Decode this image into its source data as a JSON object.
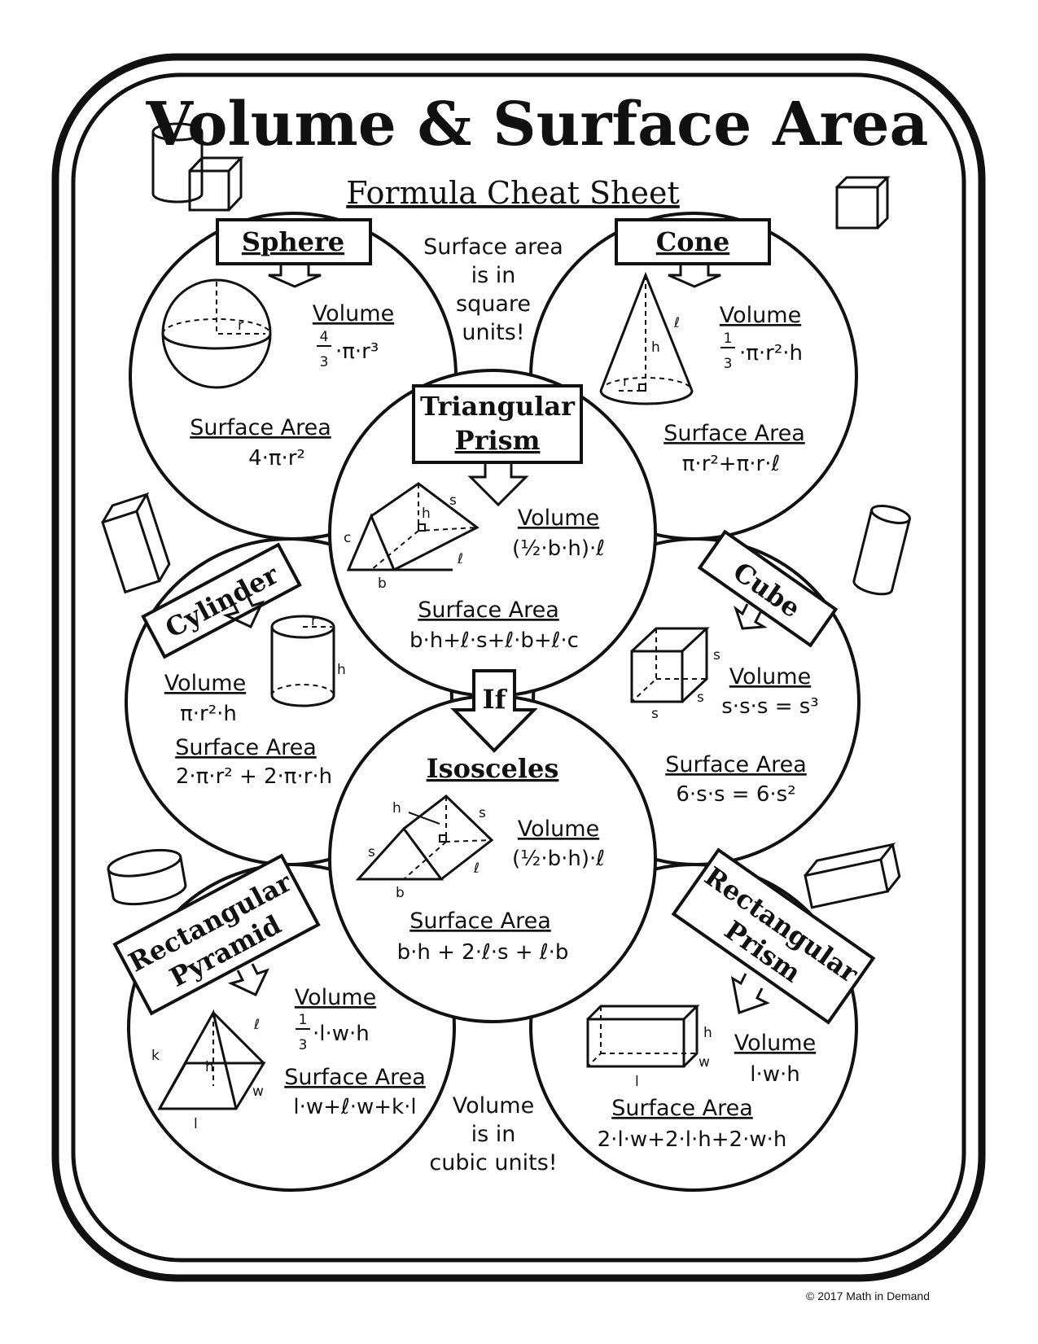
{
  "title": "Volume & Surface Area",
  "subtitle": "Formula Cheat Sheet",
  "notes": {
    "surface_area": [
      "Surface area",
      "is in",
      "square",
      "units!"
    ],
    "volume": [
      "Volume",
      "is in",
      "cubic units!"
    ]
  },
  "shapes": {
    "sphere": {
      "name": "Sphere",
      "volume_label": "Volume",
      "volume_formula": "·π·r³",
      "volume_frac_num": "4",
      "volume_frac_den": "3",
      "sa_label": "Surface Area",
      "sa_formula": "4·π·r²",
      "dims": {
        "r": "r"
      }
    },
    "cone": {
      "name": "Cone",
      "volume_label": "Volume",
      "volume_formula": "·π·r²·h",
      "volume_frac_num": "1",
      "volume_frac_den": "3",
      "sa_label": "Surface Area",
      "sa_formula": "π·r²+π·r·ℓ",
      "dims": {
        "r": "r",
        "h": "h",
        "l": "ℓ"
      }
    },
    "triangular_prism": {
      "name_line1": "Triangular",
      "name_line2": "Prism",
      "volume_label": "Volume",
      "volume_formula": "(½·b·h)·ℓ",
      "sa_label": "Surface Area",
      "sa_formula": "b·h+ℓ·s+ℓ·b+ℓ·c",
      "dims": {
        "s": "s",
        "h": "h",
        "c": "c",
        "b": "b",
        "l": "ℓ"
      }
    },
    "cylinder": {
      "name": "Cylinder",
      "volume_label": "Volume",
      "volume_formula": "π·r²·h",
      "sa_label": "Surface Area",
      "sa_formula": "2·π·r² + 2·π·r·h",
      "dims": {
        "r": "r",
        "h": "h"
      }
    },
    "cube": {
      "name": "Cube",
      "volume_label": "Volume",
      "volume_formula": "s·s·s = s³",
      "sa_label": "Surface Area",
      "sa_formula": "6·s·s = 6·s²",
      "dims": {
        "s1": "s",
        "s2": "s",
        "s3": "s"
      }
    },
    "isosceles": {
      "if_label": "If",
      "name": "Isosceles",
      "volume_label": "Volume",
      "volume_formula": "(½·b·h)·ℓ",
      "sa_label": "Surface Area",
      "sa_formula": "b·h + 2·ℓ·s + ℓ·b",
      "dims": {
        "h": "h",
        "s1": "s",
        "s2": "s",
        "b": "b",
        "l": "ℓ"
      }
    },
    "rectangular_pyramid": {
      "name_line1": "Rectangular",
      "name_line2": "Pyramid",
      "volume_label": "Volume",
      "volume_formula": "·l·w·h",
      "volume_frac_num": "1",
      "volume_frac_den": "3",
      "sa_label": "Surface Area",
      "sa_formula": "l·w+ℓ·w+k·l",
      "dims": {
        "k": "k",
        "h": "h",
        "l_slant": "ℓ",
        "w": "w",
        "l": "l"
      }
    },
    "rectangular_prism": {
      "name_line1": "Rectangular",
      "name_line2": "Prism",
      "volume_label": "Volume",
      "volume_formula": "l·w·h",
      "sa_label": "Surface Area",
      "sa_formula": "2·l·w+2·l·h+2·w·h",
      "dims": {
        "h": "h",
        "w": "w",
        "l": "l"
      }
    }
  },
  "copyright": "© 2017 Math in Demand"
}
